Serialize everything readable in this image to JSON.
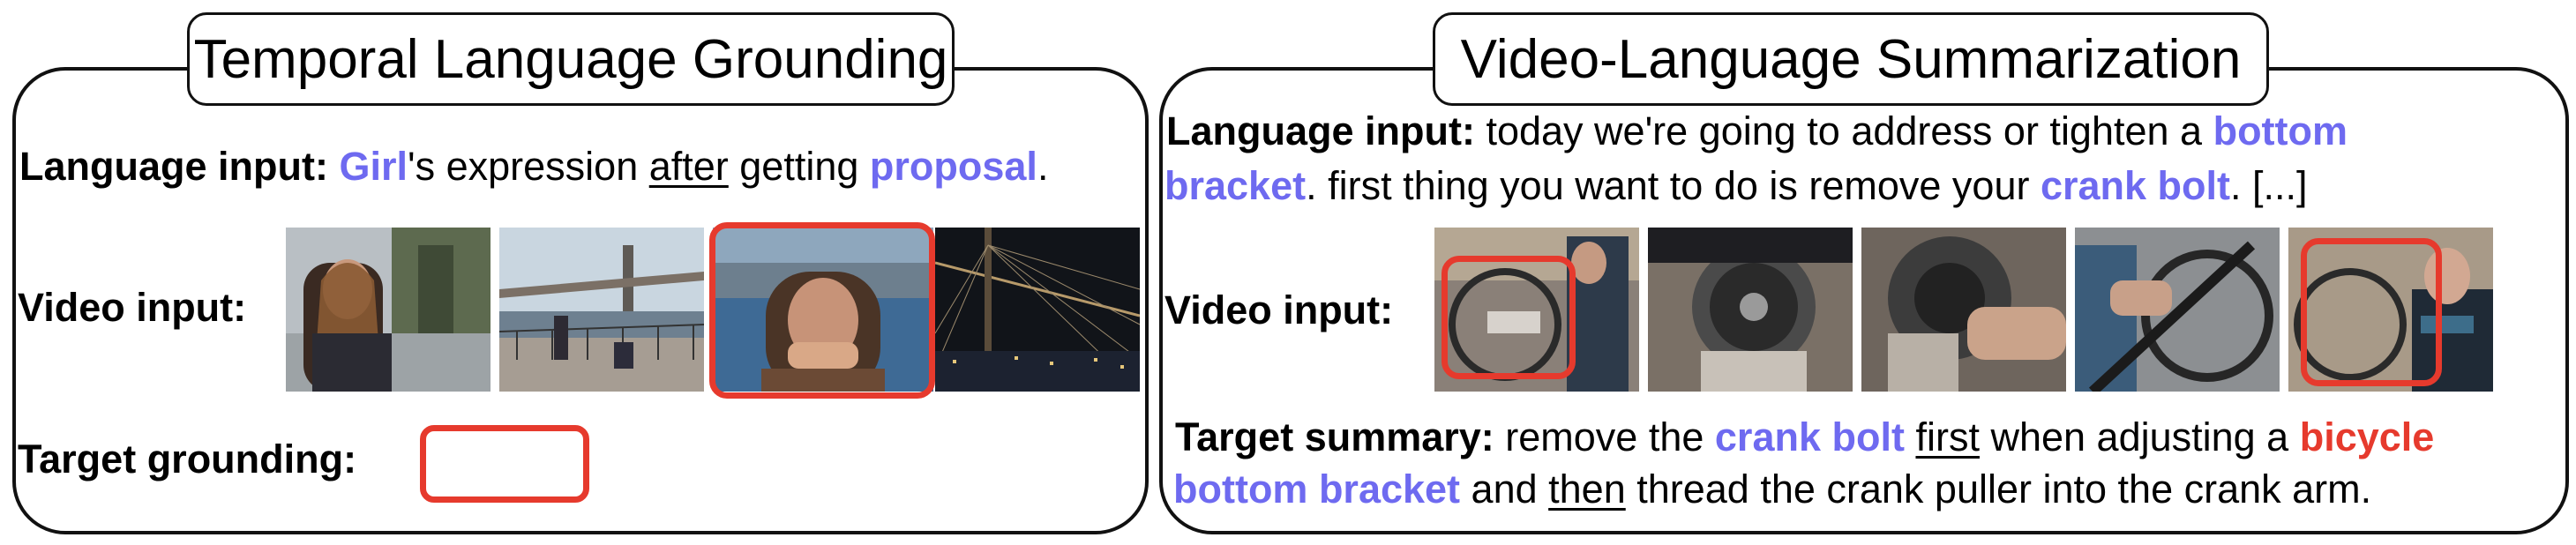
{
  "left": {
    "title": "Temporal Language Grounding",
    "language": {
      "label": "Language input:",
      "w1": "Girl",
      "t1": "'s expression ",
      "u1": "after",
      "t2": " getting ",
      "w2": "proposal",
      "t3": "."
    },
    "video_label": "Video input:",
    "grounding_label": "Target grounding:"
  },
  "right": {
    "title": "Video-Language Summarization",
    "language": {
      "label": "Language input:",
      "t1": " today we're going to address or tighten a ",
      "w1": "bottom",
      "w2": "bracket",
      "t2": ". first thing you want to do is remove your ",
      "w3": "crank bolt",
      "t3": ". [...]"
    },
    "video_label": "Video input:",
    "summary": {
      "label": "Target summary:",
      "t1": " remove the ",
      "w1": "crank bolt",
      "u1": "first",
      "t2": " when adjusting a ",
      "r1": "bicycle",
      "w2": "bottom bracket",
      "t3": " and ",
      "u2": "then",
      "t4": " thread the crank puller into the crank arm."
    }
  },
  "colors": {
    "highlight": "#6e6af0",
    "emphasis": "#e63a2d"
  }
}
